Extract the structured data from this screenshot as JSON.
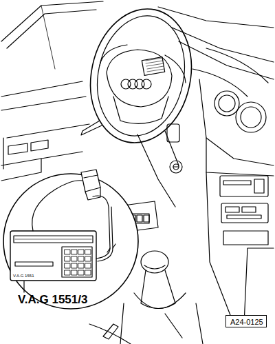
{
  "diagram": {
    "nodes": [
      {
        "text": [
          "A24-0125"
        ]
      }
    ],
    "labels": [
      "V.A.G 1551/3",
      "V.A.G 1551"
    ]
  }
}
